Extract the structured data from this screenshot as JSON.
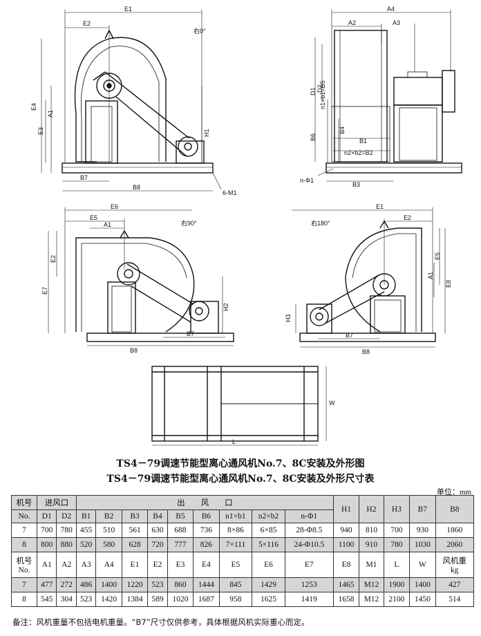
{
  "labels": {
    "v1": {
      "E1": "E1",
      "E2": "E2",
      "rot": "右0°",
      "E4": "E4",
      "A1": "A1",
      "E3": "E3",
      "H1": "H1",
      "B7": "B7",
      "B8": "B8",
      "M1": "6-M1"
    },
    "v2": {
      "A4": "A4",
      "A2": "A2",
      "A3": "A3",
      "D1": "D1",
      "D2": "D2",
      "B6": "B6",
      "n1b1": "n1×b1=B5",
      "B4": "B4",
      "B1": "B1",
      "n2b2": "n2×b2=B2",
      "nphi": "n-Φ1",
      "B3": "B3"
    },
    "v3": {
      "E6": "E6",
      "E5": "E5",
      "A1": "A1",
      "rot": "右90°",
      "E2": "E2",
      "E7": "E7",
      "H2": "H2",
      "B7": "B7",
      "B8": "B8"
    },
    "v4": {
      "E1": "E1",
      "E2": "E2",
      "rot": "右180°",
      "E5": "E5",
      "A1": "A1",
      "E8": "E8",
      "H3": "H3",
      "B7": "B7",
      "B8": "B8"
    },
    "v5": {
      "W": "W",
      "L": "L"
    }
  },
  "title1": "TS4－79调速节能型离心通风机No.7、8C安装及外形图",
  "title2": "TS4－79调速节能型离心通风机No.7、8C安装及外形尺寸表",
  "unit": "单位：mm",
  "table": {
    "head1": {
      "model": "机号",
      "model2": "No.",
      "inlet": "进风口",
      "outlet": "出　　风　　口",
      "H1": "H1",
      "H2": "H2",
      "H3": "H3",
      "B7": "B7",
      "B8": "B8"
    },
    "head1_sub": [
      "D1",
      "D2",
      "B1",
      "B2",
      "B3",
      "B4",
      "B5",
      "B6",
      "n1×b1",
      "n2×b2",
      "n-Φ1"
    ],
    "rows1": [
      [
        "7",
        "700",
        "780",
        "455",
        "510",
        "561",
        "630",
        "688",
        "736",
        "8×86",
        "6×85",
        "28-Φ8.5",
        "940",
        "810",
        "700",
        "930",
        "1860"
      ],
      [
        "8",
        "800",
        "880",
        "520",
        "580",
        "628",
        "720",
        "777",
        "826",
        "7×111",
        "5×116",
        "24-Φ10.5",
        "1100",
        "910",
        "780",
        "1030",
        "2060"
      ]
    ],
    "head2": {
      "model": "机号",
      "model2": "No.",
      "cols": [
        "A1",
        "A2",
        "A3",
        "A4",
        "E1",
        "E2",
        "E3",
        "E4",
        "E5",
        "E6",
        "E7",
        "E8",
        "M1",
        "L",
        "W"
      ],
      "weight": "风机重",
      "weight_unit": "kg"
    },
    "rows2": [
      [
        "7",
        "477",
        "272",
        "486",
        "1400",
        "1220",
        "523",
        "860",
        "1444",
        "845",
        "1429",
        "1253",
        "1465",
        "M12",
        "1900",
        "1400",
        "427"
      ],
      [
        "8",
        "545",
        "304",
        "523",
        "1420",
        "1384",
        "589",
        "1020",
        "1687",
        "958",
        "1625",
        "1419",
        "1658",
        "M12",
        "2100",
        "1450",
        "514"
      ]
    ]
  },
  "note": "备注：风机重量不包括电机重量。“B7”尺寸仅供参考，具体根据风机实际重心而定。"
}
